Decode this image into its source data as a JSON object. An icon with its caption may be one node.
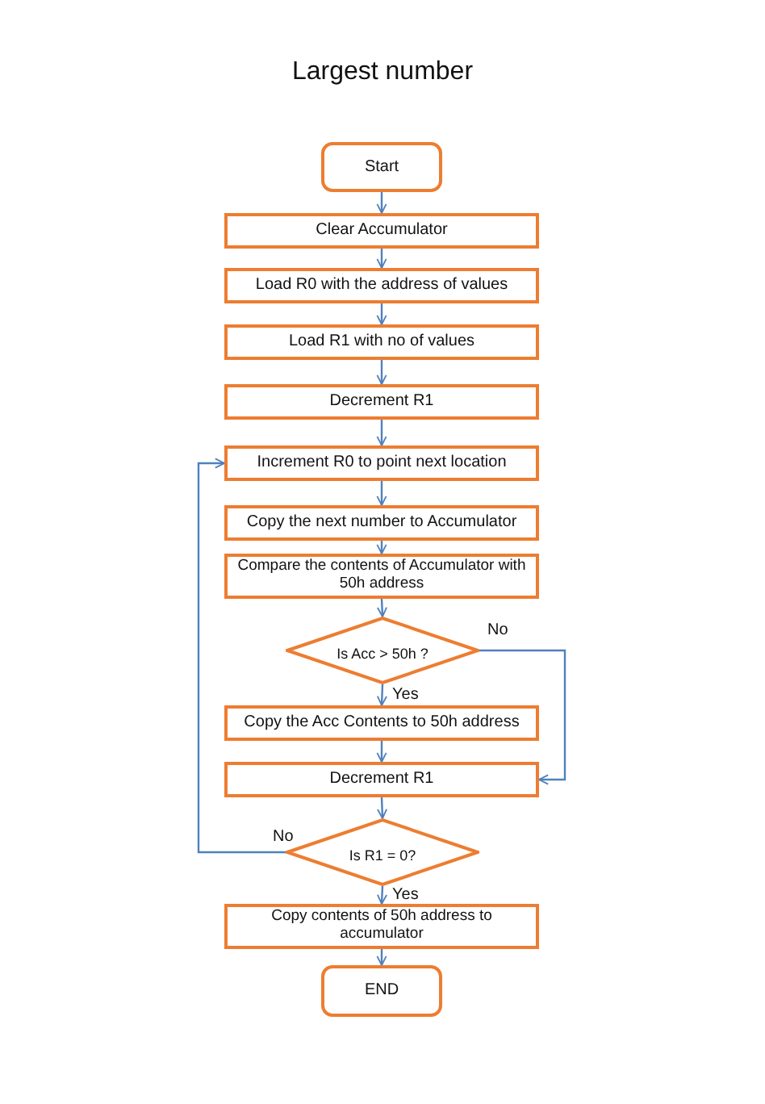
{
  "diagram": {
    "title": "Largest number",
    "nodes": [
      {
        "text": [
          "Start"
        ]
      },
      {
        "text": [
          "Clear Accumulator"
        ]
      },
      {
        "text": [
          "Load R0 with the address of values"
        ]
      },
      {
        "text": [
          "Load R1 with no of values"
        ]
      },
      {
        "text": [
          "Decrement R1"
        ]
      },
      {
        "text": [
          "Increment R0 to point next location"
        ]
      },
      {
        "text": [
          "Copy the next number to Accumulator"
        ]
      },
      {
        "text": [
          "Compare the contents of Accumulator with 50h address"
        ]
      },
      {
        "text": [
          "Is Acc > 50h ?"
        ]
      },
      {
        "text": [
          "Copy the Acc Contents to 50h address"
        ]
      },
      {
        "text": [
          "Decrement R1"
        ]
      },
      {
        "text": [
          "Is R1 = 0?"
        ]
      },
      {
        "text": [
          "Copy contents of 50h address to accumulator"
        ]
      },
      {
        "text": [
          "END"
        ]
      }
    ],
    "edges": [
      {
        "from": 0,
        "to": 1,
        "arrow": "to"
      },
      {
        "from": 1,
        "to": 2,
        "arrow": "to"
      },
      {
        "from": 2,
        "to": 3,
        "arrow": "to"
      },
      {
        "from": 3,
        "to": 4,
        "arrow": "to"
      },
      {
        "from": 4,
        "to": 5,
        "arrow": "to"
      },
      {
        "from": 5,
        "to": 6,
        "arrow": "to"
      },
      {
        "from": 6,
        "to": 7,
        "arrow": "to"
      },
      {
        "from": 7,
        "to": 8,
        "arrow": "to"
      },
      {
        "from": 8,
        "to": 9,
        "arrow": "to",
        "label": "Yes"
      },
      {
        "from": 8,
        "to": 10,
        "arrow": "to",
        "label": "No"
      },
      {
        "from": 9,
        "to": 10,
        "arrow": "to"
      },
      {
        "from": 10,
        "to": 11,
        "arrow": "to"
      },
      {
        "from": 11,
        "to": 12,
        "arrow": "to",
        "label": "Yes"
      },
      {
        "from": 11,
        "to": 5,
        "arrow": "to",
        "label": "No"
      },
      {
        "from": 12,
        "to": 13,
        "arrow": "to"
      }
    ]
  }
}
